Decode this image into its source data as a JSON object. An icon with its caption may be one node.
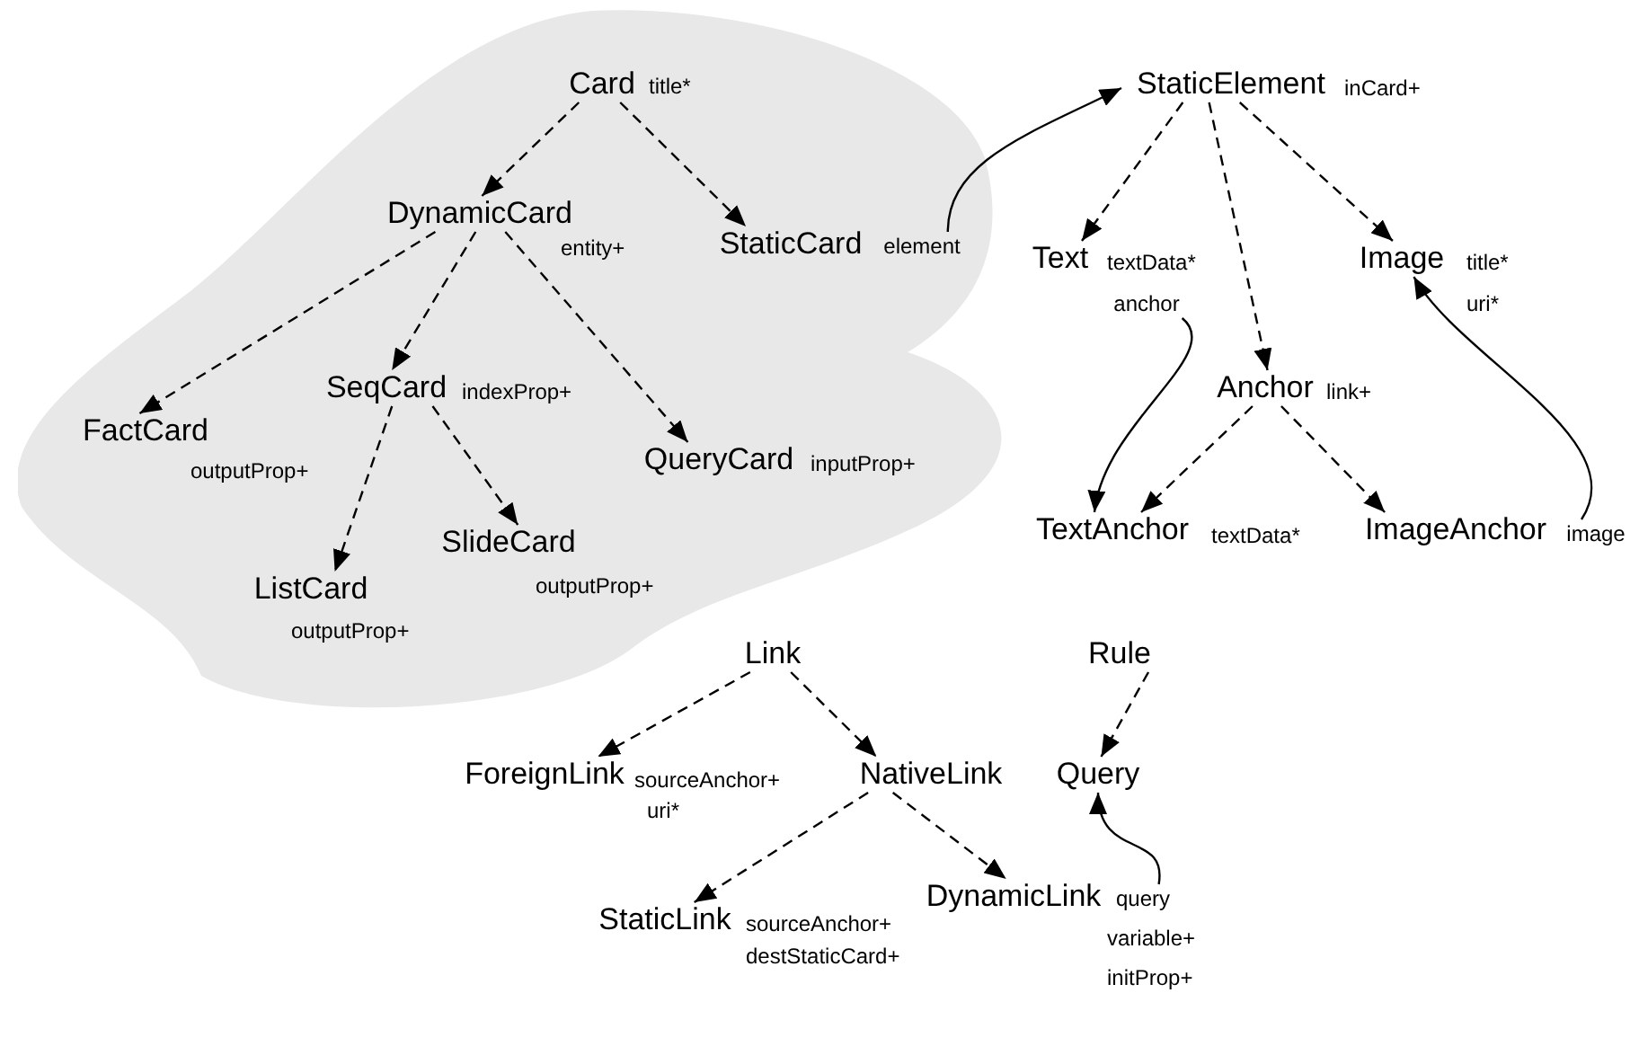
{
  "diagram": {
    "nodes": [
      {
        "text": [],
        "shape": "cloud"
      },
      {
        "text": [
          "Card"
        ],
        "beside": [
          "title*"
        ],
        "in": 0
      },
      {
        "text": [
          "DynamicCard"
        ],
        "beside": [
          "entity+"
        ],
        "in": 0
      },
      {
        "text": [
          "StaticCard"
        ],
        "in": 0
      },
      {
        "text": [
          "element"
        ],
        "in": 0
      },
      {
        "text": [
          "FactCard"
        ],
        "beside": [
          "outputProp+"
        ],
        "in": 0
      },
      {
        "text": [
          "SeqCard"
        ],
        "beside": [
          "indexProp+"
        ],
        "in": 0
      },
      {
        "text": [
          "QueryCard"
        ],
        "beside": [
          "inputProp+"
        ],
        "in": 0
      },
      {
        "text": [
          "ListCard"
        ],
        "beside": [
          "outputProp+"
        ],
        "in": 0
      },
      {
        "text": [
          "SlideCard"
        ],
        "beside": [
          "outputProp+"
        ],
        "in": 0
      },
      {
        "text": [
          "StaticElement"
        ],
        "beside": [
          "inCard+"
        ]
      },
      {
        "text": [
          "Text"
        ],
        "beside": [
          "textData*"
        ]
      },
      {
        "text": [
          "anchor"
        ]
      },
      {
        "text": [
          "Image"
        ],
        "beside": [
          "title*",
          "uri*"
        ]
      },
      {
        "text": [
          "Anchor"
        ],
        "beside": [
          "link+"
        ]
      },
      {
        "text": [
          "TextAnchor"
        ],
        "beside": [
          "textData*"
        ]
      },
      {
        "text": [
          "ImageAnchor"
        ]
      },
      {
        "text": [
          "image"
        ]
      },
      {
        "text": [
          "Link"
        ]
      },
      {
        "text": [
          "Rule"
        ]
      },
      {
        "text": [
          "ForeignLink"
        ],
        "beside": [
          "sourceAnchor+",
          "uri*"
        ]
      },
      {
        "text": [
          "NativeLink"
        ]
      },
      {
        "text": [
          "Query"
        ]
      },
      {
        "text": [
          "StaticLink"
        ],
        "beside": [
          "sourceAnchor+",
          "destStaticCard+"
        ]
      },
      {
        "text": [
          "DynamicLink"
        ],
        "beside": [
          "variable+",
          "initProp+"
        ]
      },
      {
        "text": [
          "query"
        ]
      }
    ],
    "edges": [
      {
        "from": 1,
        "to": 2,
        "arrow": "to",
        "style": "dashed"
      },
      {
        "from": 1,
        "to": 3,
        "arrow": "to",
        "style": "dashed"
      },
      {
        "from": 2,
        "to": 5,
        "arrow": "to",
        "style": "dashed"
      },
      {
        "from": 2,
        "to": 6,
        "arrow": "to",
        "style": "dashed"
      },
      {
        "from": 2,
        "to": 7,
        "arrow": "to",
        "style": "dashed"
      },
      {
        "from": 6,
        "to": 8,
        "arrow": "to",
        "style": "dashed"
      },
      {
        "from": 6,
        "to": 9,
        "arrow": "to",
        "style": "dashed"
      },
      {
        "from": 10,
        "to": 11,
        "arrow": "to",
        "style": "dashed"
      },
      {
        "from": 10,
        "to": 14,
        "arrow": "to",
        "style": "dashed"
      },
      {
        "from": 10,
        "to": 13,
        "arrow": "to",
        "style": "dashed"
      },
      {
        "from": 14,
        "to": 15,
        "arrow": "to",
        "style": "dashed"
      },
      {
        "from": 14,
        "to": 16,
        "arrow": "to",
        "style": "dashed"
      },
      {
        "from": 18,
        "to": 20,
        "arrow": "to",
        "style": "dashed"
      },
      {
        "from": 18,
        "to": 21,
        "arrow": "to",
        "style": "dashed"
      },
      {
        "from": 19,
        "to": 22,
        "arrow": "to",
        "style": "dashed"
      },
      {
        "from": 21,
        "to": 23,
        "arrow": "to",
        "style": "dashed"
      },
      {
        "from": 21,
        "to": 24,
        "arrow": "to",
        "style": "dashed"
      },
      {
        "from": 4,
        "to": 10,
        "arrow": "to"
      },
      {
        "from": 12,
        "to": 15,
        "arrow": "to"
      },
      {
        "from": 17,
        "to": 13,
        "arrow": "to"
      },
      {
        "from": 25,
        "to": 22,
        "arrow": "to"
      }
    ]
  }
}
